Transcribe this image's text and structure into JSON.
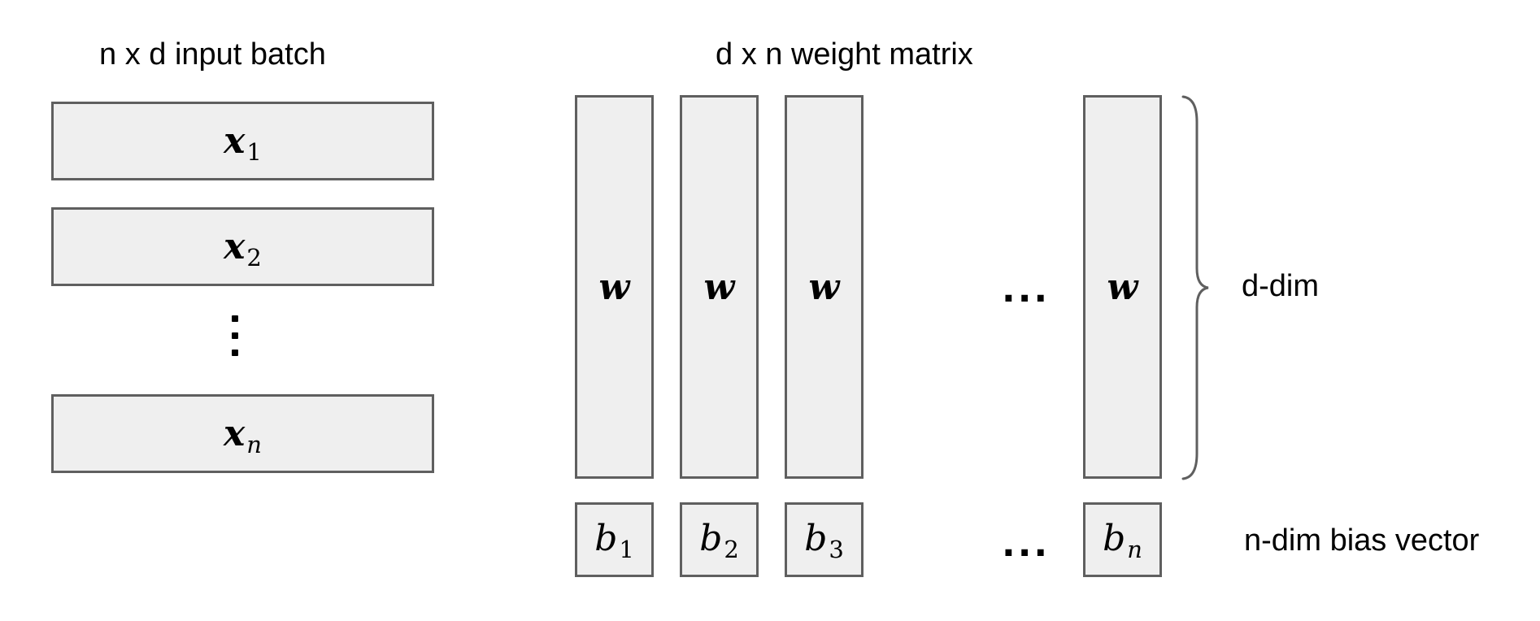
{
  "labels": {
    "input_batch": "n x d input batch",
    "weight_matrix": "d x n weight matrix",
    "d_dim": "d-dim",
    "bias_vector": "n-dim bias vector"
  },
  "inputs": {
    "x1": {
      "symbol": "x",
      "subscript": "1"
    },
    "x2": {
      "symbol": "x",
      "subscript": "2"
    },
    "xn": {
      "symbol": "x",
      "subscript": "n"
    }
  },
  "weights": {
    "w1": {
      "symbol": "w"
    },
    "w2": {
      "symbol": "w"
    },
    "w3": {
      "symbol": "w"
    },
    "wn": {
      "symbol": "w"
    }
  },
  "biases": {
    "b1": {
      "symbol": "b",
      "subscript": "1"
    },
    "b2": {
      "symbol": "b",
      "subscript": "2"
    },
    "b3": {
      "symbol": "b",
      "subscript": "3"
    },
    "bn": {
      "symbol": "b",
      "subscript": "n"
    }
  },
  "ellipsis": "...",
  "colors": {
    "box_fill": "#efefef",
    "box_border": "#5f5f5f",
    "brace": "#5f5f5f",
    "text": "#000000"
  }
}
